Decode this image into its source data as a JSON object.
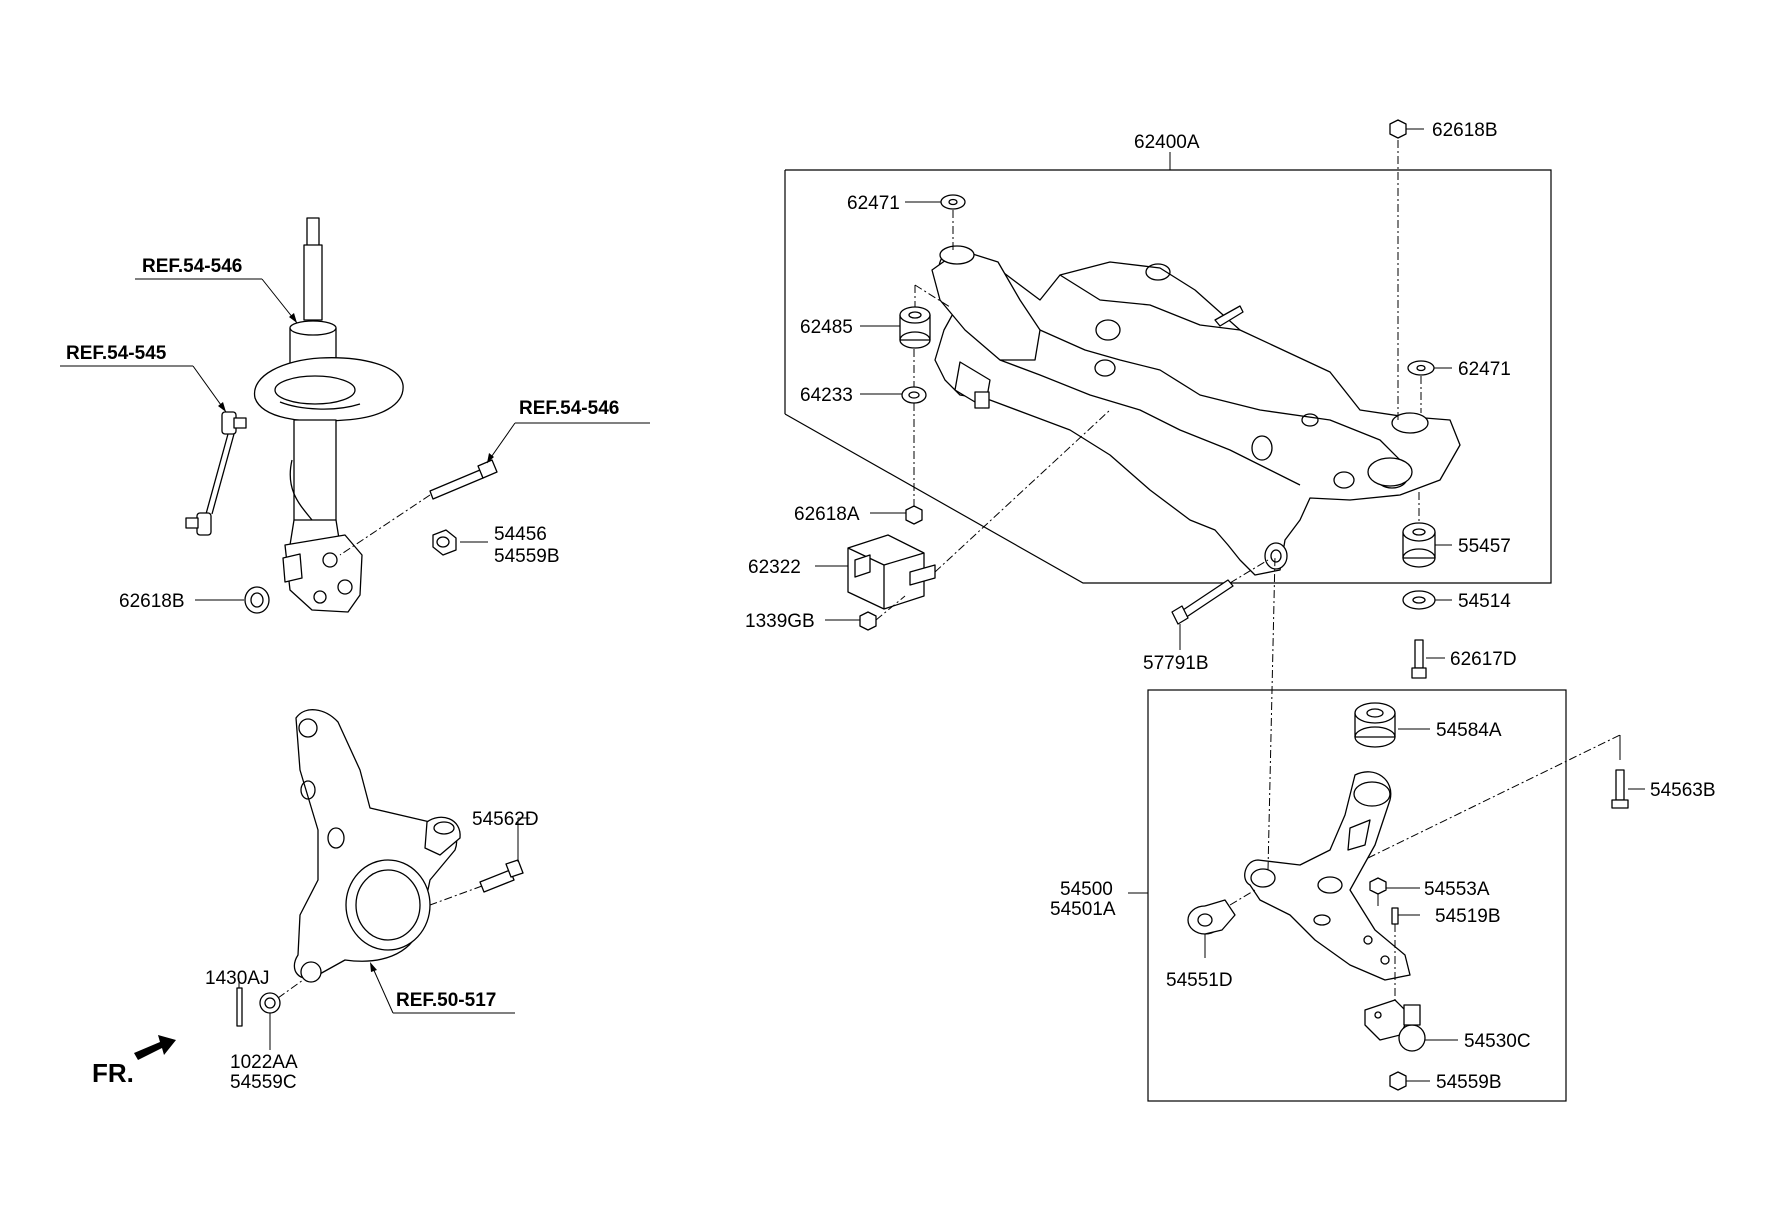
{
  "labels": {
    "ref_54_546_top": "REF.54-546",
    "ref_54_545": "REF.54-545",
    "ref_54_546_right": "REF.54-546",
    "ref_50_517": "REF.50-517",
    "p54456": "54456",
    "p54559B_strut": "54559B",
    "p62618B_strut": "62618B",
    "p54562D": "54562D",
    "p1430AJ": "1430AJ",
    "p1022AA": "1022AA",
    "p54559C": "54559C",
    "fr": "FR.",
    "p62400A": "62400A",
    "p62618B_top": "62618B",
    "p62471_left": "62471",
    "p62485": "62485",
    "p64233": "64233",
    "p62618A": "62618A",
    "p62322": "62322",
    "p1339GB": "1339GB",
    "p57791B": "57791B",
    "p62471_right": "62471",
    "p55457": "55457",
    "p54514": "54514",
    "p62617D": "62617D",
    "p54584A": "54584A",
    "p54563B": "54563B",
    "p54500": "54500",
    "p54501A": "54501A",
    "p54553A": "54553A",
    "p54519B": "54519B",
    "p54551D": "54551D",
    "p54530C": "54530C",
    "p54559B_arm": "54559B"
  },
  "icons": {
    "front_arrow": "arrow-left-down-icon"
  }
}
